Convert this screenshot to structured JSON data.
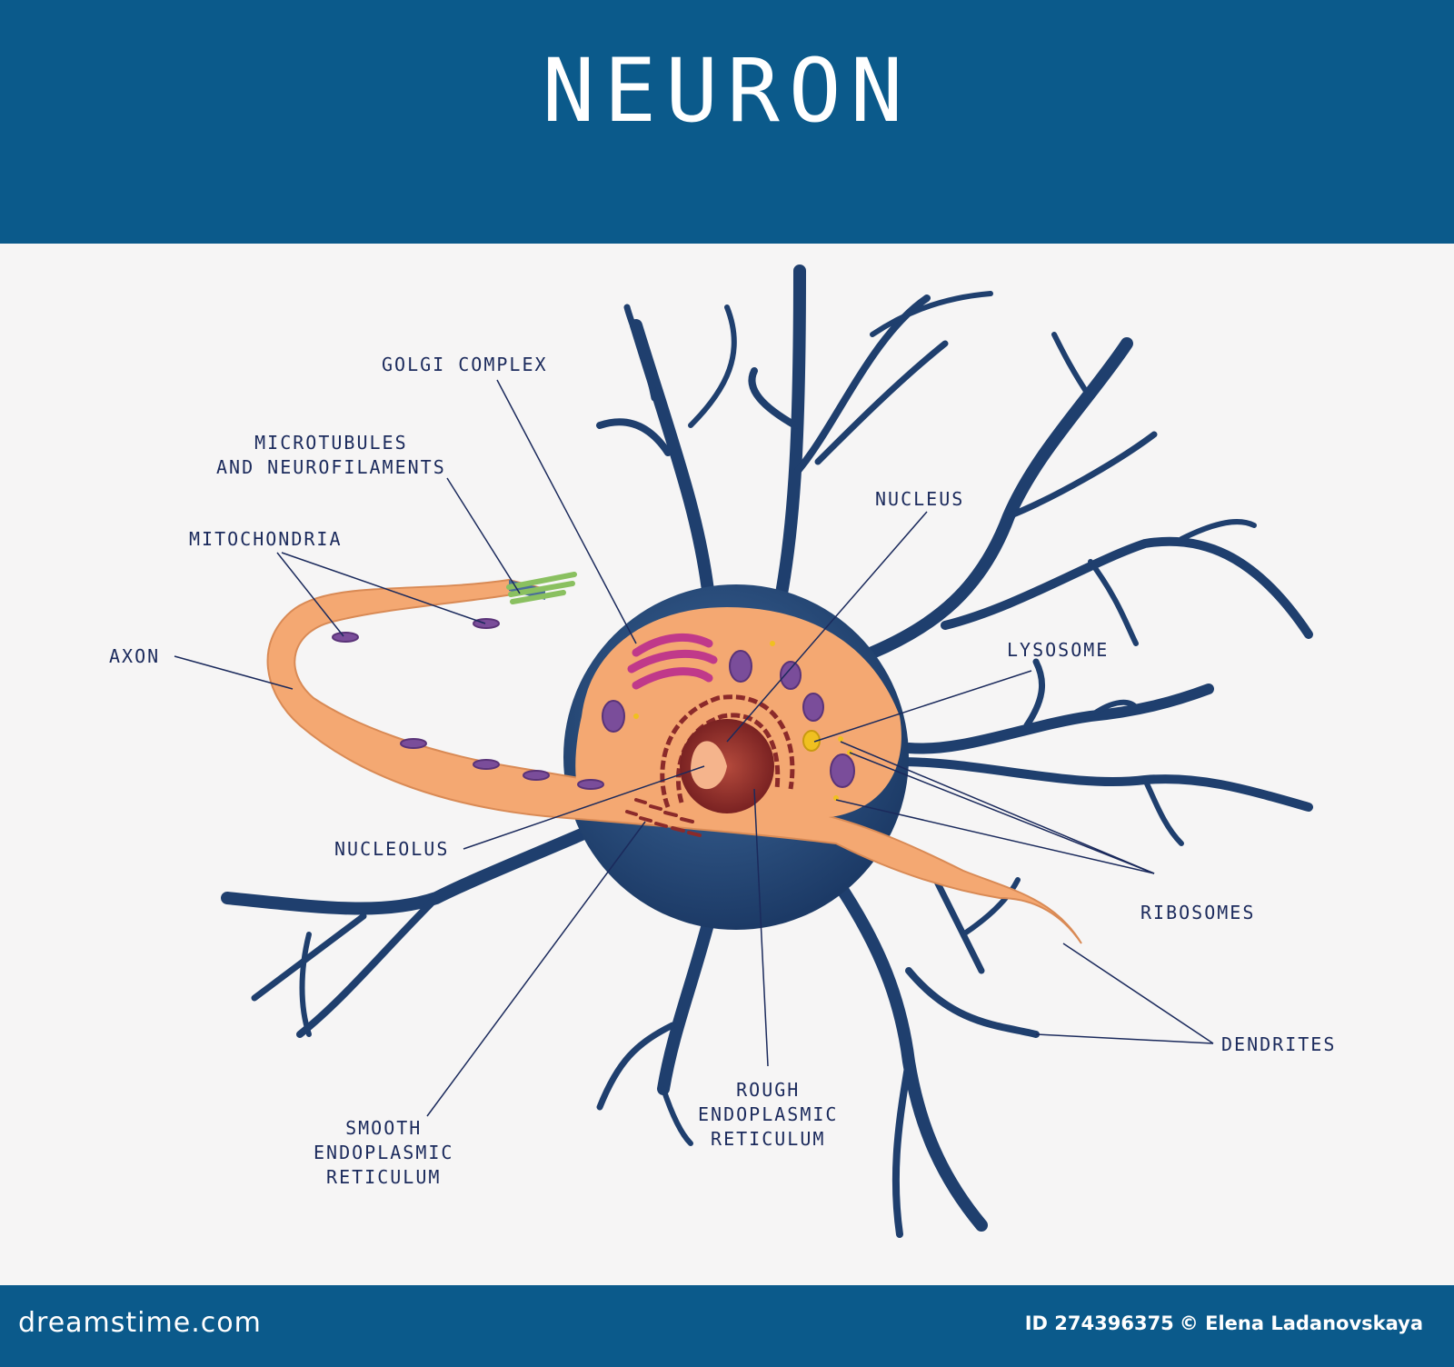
{
  "title": "NEURON",
  "labels": {
    "golgi": "GOLGI COMPLEX",
    "microtubules": "MICROTUBULES\nAND NEUROFILAMENTS",
    "mitochondria": "MITOCHONDRIA",
    "axon": "AXON",
    "nucleus": "NUCLEUS",
    "lysosome": "LYSOSOME",
    "nucleolus": "NUCLEOLUS",
    "ribosomes": "RIBOSOMES",
    "dendrites": "DENDRITES",
    "rough_er": "ROUGH\nENDOPLASMIC\nRETICULUM",
    "smooth_er": "SMOOTH\nENDOPLASMIC\nRETICULUM"
  },
  "footer": {
    "site": "dreamstime.com",
    "id": "ID 274396375",
    "author": "© Elena Ladanovskaya"
  },
  "colors": {
    "header_bg": "#0b5a8b",
    "dendrite": "#1f3f6e",
    "cytoplasm": "#f4a872",
    "golgi": "#c0398a",
    "mitochondria": "#7a4d9a",
    "nucleus": "#8b2a2a",
    "lysosome": "#f0c020",
    "microtubules": "#8ac060",
    "label_text": "#1b2a5c"
  }
}
